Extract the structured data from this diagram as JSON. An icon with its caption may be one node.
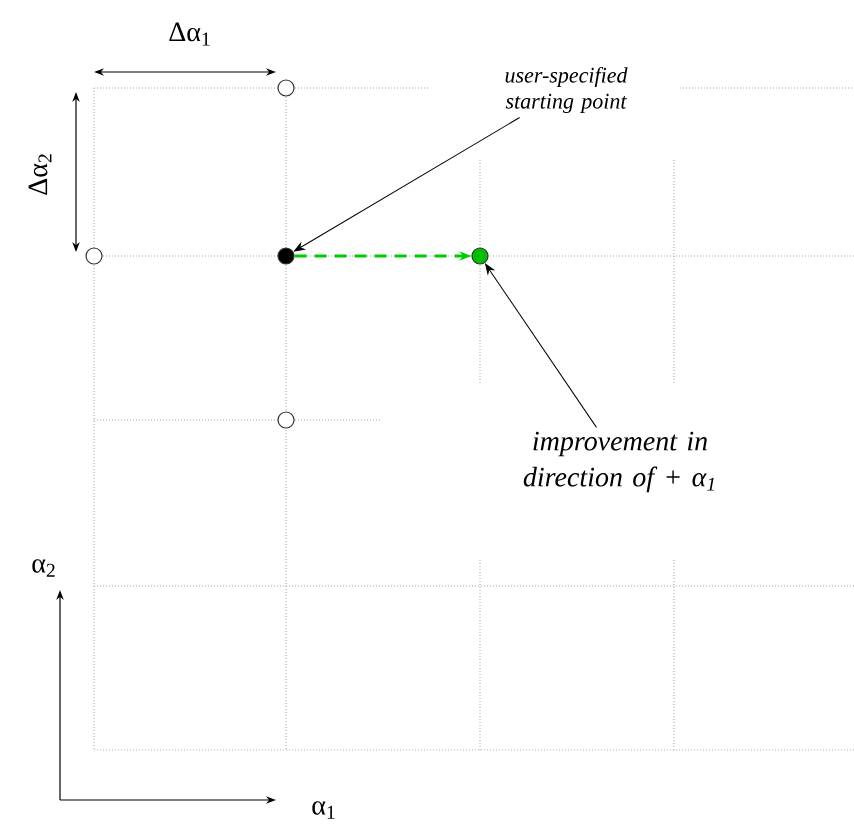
{
  "diagram": {
    "nodes": [
      {
        "text": [],
        "shape": "circle"
      },
      {
        "text": [
          "user-specified starting point"
        ]
      },
      {
        "text": [],
        "shape": "circle"
      },
      {
        "text": [],
        "shape": "circle"
      },
      {
        "text": [],
        "shape": "circle"
      },
      {
        "text": [],
        "shape": "circle"
      },
      {
        "text": [
          "improvement in direction of + α$_{1}$"
        ]
      }
    ],
    "edges": [
      {
        "from": 1,
        "to": 3,
        "arrow": "to"
      },
      {
        "from": 3,
        "to": 4,
        "arrow": "to",
        "style": "dashed",
        "color": "#00cc00"
      },
      {
        "from": 6,
        "to": 4,
        "arrow": "to"
      }
    ],
    "labels": [
      "Δα$_{1}$",
      "Δα$_{2}$",
      "α$_{2}$",
      "α$_{1}$"
    ]
  }
}
